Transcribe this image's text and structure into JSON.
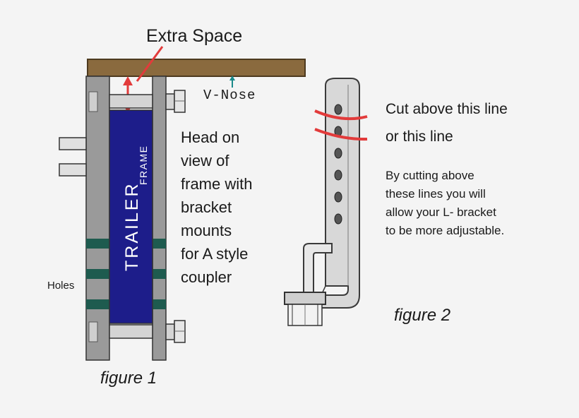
{
  "labels": {
    "extra_space": "Extra Space",
    "v_nose": "V-Nose",
    "trailer": "TRAILER",
    "frame": "FRAME",
    "head_on_lines": [
      "Head on",
      "view of",
      "frame with",
      "bracket",
      "mounts",
      "for A style",
      "coupler"
    ],
    "holes": "Holes",
    "figure1": "figure 1",
    "figure2": "figure 2",
    "cut_line_1": "Cut above this line",
    "cut_line_2": "or this line",
    "note_lines": [
      "By cutting above",
      "these lines you will",
      "allow your L- bracket",
      "to be more adjustable."
    ]
  },
  "colors": {
    "wood": "#8a6a3e",
    "frame_blue": "#1d1d8a",
    "steel": "#9a9a9a",
    "steel_light": "#d4d4d4",
    "green_band": "#1e5b4f",
    "arrow_red": "#e23b3b",
    "teal": "#1a8a8a"
  }
}
